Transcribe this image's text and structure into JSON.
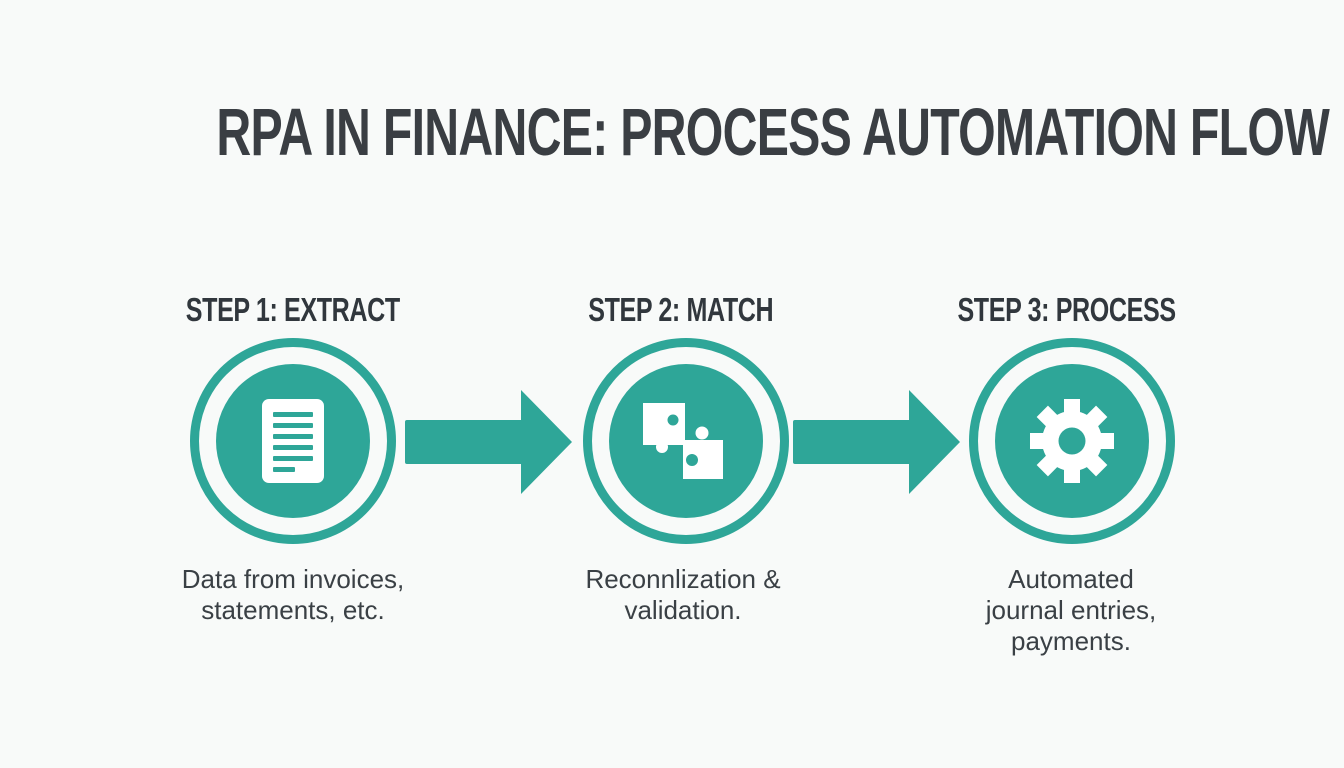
{
  "title": "RPA IN FINANCE: PROCESS AUTOMATION FLOW",
  "colors": {
    "teal": "#2EA698",
    "background": "#F8FAF9",
    "title_text": "#3A3E43",
    "heading_text": "#31373D",
    "caption_text": "#3A4045"
  },
  "steps": [
    {
      "heading": "STEP 1: EXTRACT",
      "icon": "document-icon",
      "caption": "Data from invoices,\nstatements, etc."
    },
    {
      "heading": "STEP 2: MATCH",
      "icon": "puzzle-icon",
      "caption": "Reconnlization &\nvalidation."
    },
    {
      "heading": "STEP 3: PROCESS",
      "icon": "gear-icon",
      "caption": "Automated\njournal entries,\npayments."
    }
  ]
}
